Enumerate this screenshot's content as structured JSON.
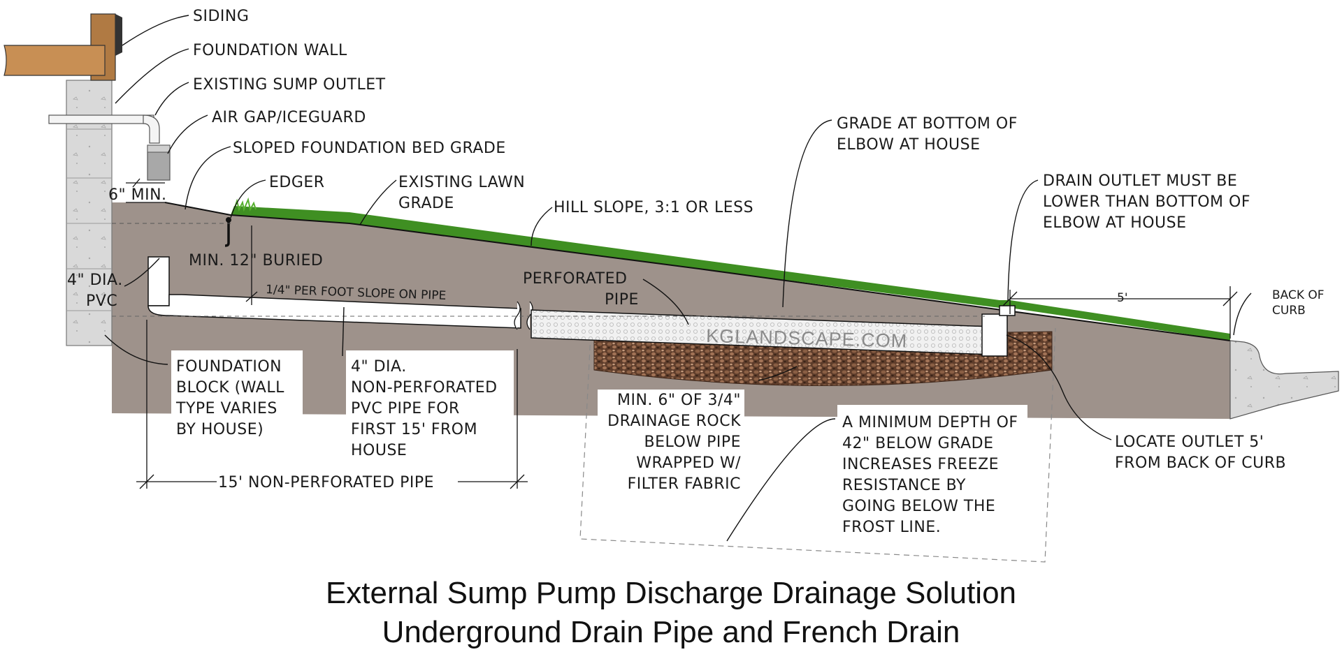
{
  "labels": {
    "siding": "SIDING",
    "foundation_wall": "FOUNDATION WALL",
    "existing_sump_outlet": "EXISTING SUMP OUTLET",
    "air_gap": "AIR GAP/ICEGUARD",
    "sloped_bed": "SLOPED FOUNDATION BED GRADE",
    "six_min": "6\" MIN.",
    "edger": "EDGER",
    "existing_lawn": [
      "EXISTING LAWN",
      "GRADE"
    ],
    "hill_slope": "HILL SLOPE, 3:1 OR LESS",
    "grade_bottom": [
      "GRADE AT BOTTOM OF",
      "ELBOW AT HOUSE"
    ],
    "drain_outlet": [
      "DRAIN OUTLET MUST BE",
      "LOWER THAN BOTTOM OF",
      "ELBOW AT HOUSE"
    ],
    "min_buried": "MIN. 12\" BURIED",
    "pvc_dia": [
      "4\" DIA.",
      "PVC"
    ],
    "slope_on_pipe": "1/4\" PER FOOT SLOPE ON PIPE",
    "perforated_pipe": [
      "PERFORATED",
      "PIPE"
    ],
    "five_ft": "5'",
    "back_of_curb": [
      "BACK OF",
      "CURB"
    ],
    "foundation_block": [
      "FOUNDATION",
      "BLOCK  (WALL",
      "TYPE VARIES",
      "BY HOUSE)"
    ],
    "non_perf_pipe": [
      "4\" DIA.",
      "NON-PERFORATED",
      "PVC PIPE FOR",
      "FIRST 15' FROM",
      "HOUSE"
    ],
    "drainage_rock": [
      "MIN. 6\" OF 3/4\"",
      "DRAINAGE ROCK",
      "BELOW PIPE",
      "WRAPPED W/",
      "FILTER FABRIC"
    ],
    "min_depth": [
      "A MINIMUM DEPTH OF",
      "42\" BELOW GRADE",
      "INCREASES FREEZE",
      "RESISTANCE BY",
      "GOING BELOW THE",
      "FROST LINE."
    ],
    "locate_outlet": [
      "LOCATE OUTLET 5'",
      "FROM BACK OF CURB"
    ],
    "fifteen_ft": "15' NON-PERFORATED PIPE"
  },
  "watermark": "KGLANDSCAPE.COM",
  "title": {
    "line1": "External Sump Pump  Discharge Drainage Solution",
    "line2": "Underground Drain Pipe and French Drain"
  },
  "colors": {
    "soil": "#9e928b",
    "grass": "#3f8f22",
    "rock": "#6e4a35",
    "concrete": "#d9d9d9",
    "wood": "#b07a43"
  }
}
